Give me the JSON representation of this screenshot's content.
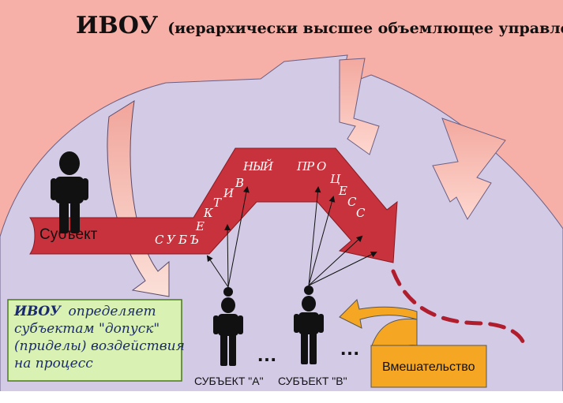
{
  "title": {
    "abbr": "ИВОУ",
    "expansion": "(иерархически высшее объемлющее управление)"
  },
  "process": {
    "letters": [
      "С",
      "У",
      "Б",
      "Ъ",
      "Е",
      "К",
      "Т",
      "И",
      "В",
      "Н",
      "Ы",
      "Й",
      "П",
      "Р",
      "О",
      "Ц",
      "Е",
      "С",
      "С"
    ]
  },
  "subject_label": "Субъект",
  "subject_a_label": "СУБЪЕКТ \"А\"",
  "subject_b_label": "СУБЪЕКТ \"В\"",
  "ellipsis_1": "…",
  "ellipsis_2": "…",
  "note": {
    "bold": "ИВОУ",
    "lines": [
      "определяет",
      "субъектам \"допуск\"",
      "(приделы) воздействия",
      "на процесс"
    ]
  },
  "intervention_label": "Вмешательство",
  "colors": {
    "top_band": "#f6b0a8",
    "dome": "#d3cbe6",
    "process_arrow": "#c8323c",
    "intervention_box": "#f5a623",
    "note_box": "#d9f2b4",
    "dashed_arc": "#b01e2e"
  }
}
